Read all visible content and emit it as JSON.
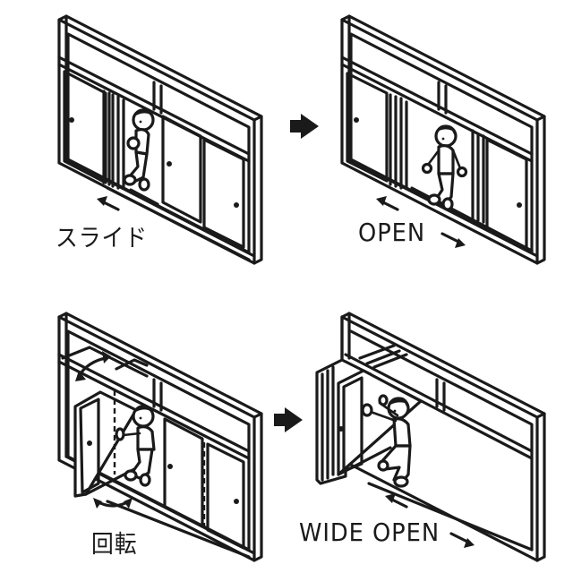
{
  "panels": [
    {
      "id": "slide",
      "label": "スライド",
      "description": "Person slides door panels to the left",
      "arrows": [
        "up-left"
      ]
    },
    {
      "id": "open",
      "label": "OPEN",
      "description": "Doors slid apart, person walks through",
      "arrows": [
        "up-left",
        "down-right"
      ]
    },
    {
      "id": "rotate",
      "label": "回転",
      "description": "Door panel rotates outward on pivot",
      "arrows": [
        "curved-double-top",
        "curved-double-bottom"
      ]
    },
    {
      "id": "wide-open",
      "label": "WIDE OPEN",
      "description": "Panels folded to side, full opening",
      "arrows": [
        "up-left",
        "down-right"
      ]
    }
  ],
  "transitions": [
    {
      "from": "slide",
      "to": "open",
      "icon": "right-arrow"
    },
    {
      "from": "rotate",
      "to": "wide-open",
      "icon": "right-arrow"
    }
  ],
  "colors": {
    "line": "#1a1a1a",
    "background": "#ffffff"
  }
}
